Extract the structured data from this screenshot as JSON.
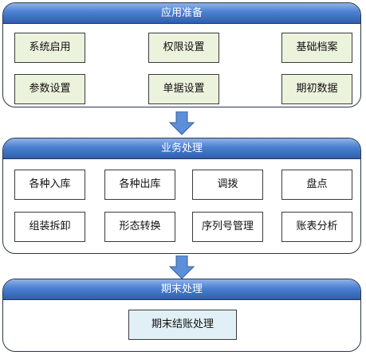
{
  "sections": {
    "prep": {
      "title": "应用准备",
      "items": [
        "系统启用",
        "权限设置",
        "基础档案",
        "参数设置",
        "单据设置",
        "期初数据"
      ]
    },
    "business": {
      "title": "业务处理",
      "items": [
        "各种入库",
        "各种出库",
        "调拨",
        "盘点",
        "组装拆卸",
        "形态转换",
        "序列号管理",
        "账表分析"
      ]
    },
    "closing": {
      "title": "期末处理",
      "items": [
        "期末结账处理"
      ]
    }
  },
  "colors": {
    "header_gradient": [
      "#8fb3e8",
      "#4a7fd0",
      "#2f5fae"
    ],
    "prep_box_fill": "#ecf3dd",
    "business_box_fill": "#ffffff",
    "closing_box_fill": "#e1f0f6",
    "arrow_fill": "#5b8fd9"
  }
}
